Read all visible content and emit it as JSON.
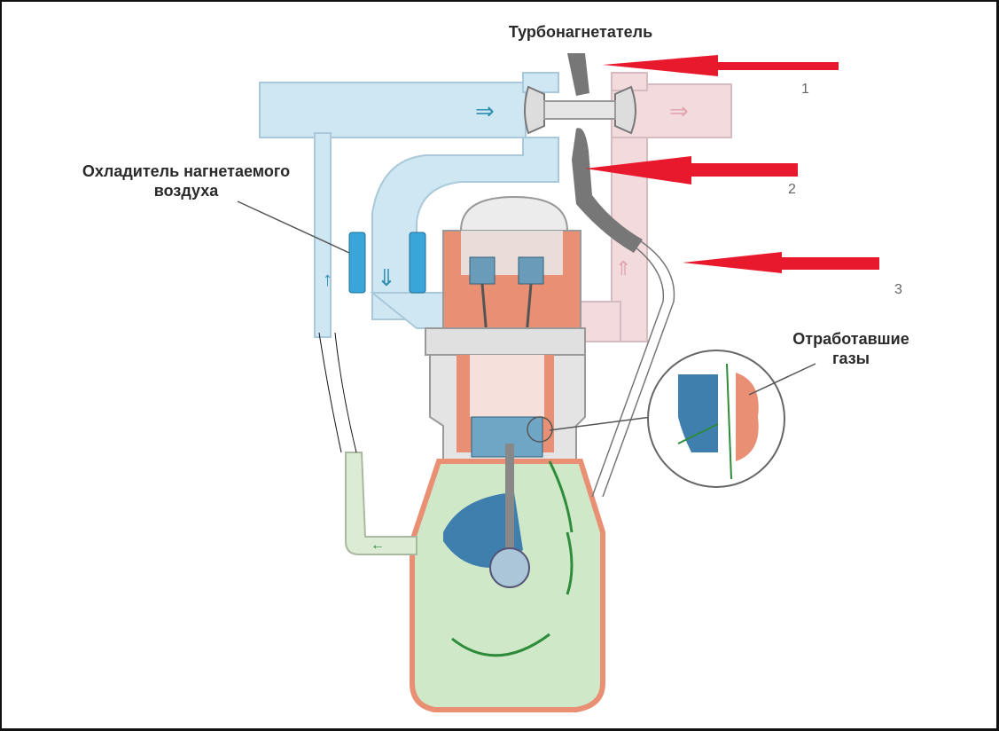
{
  "labels": {
    "turbocharger": "Турбонагнетатель",
    "charge_air_cooler_line1": "Охладитель нагнетаемого",
    "charge_air_cooler_line2": "воздуха",
    "exhaust_gases_line1": "Отработавшие",
    "exhaust_gases_line2": "газы"
  },
  "markers": [
    "1",
    "2",
    "3"
  ],
  "colors": {
    "intake_air": "#cfe6f3",
    "exhaust": "#f3dadd",
    "engine_body": "#e98f74",
    "oil_gas": "#cfe8c8",
    "arrow_marker": "#e8192c",
    "cooler": "#3aa5d8",
    "blowby_arrow": "#2e8b3a"
  }
}
